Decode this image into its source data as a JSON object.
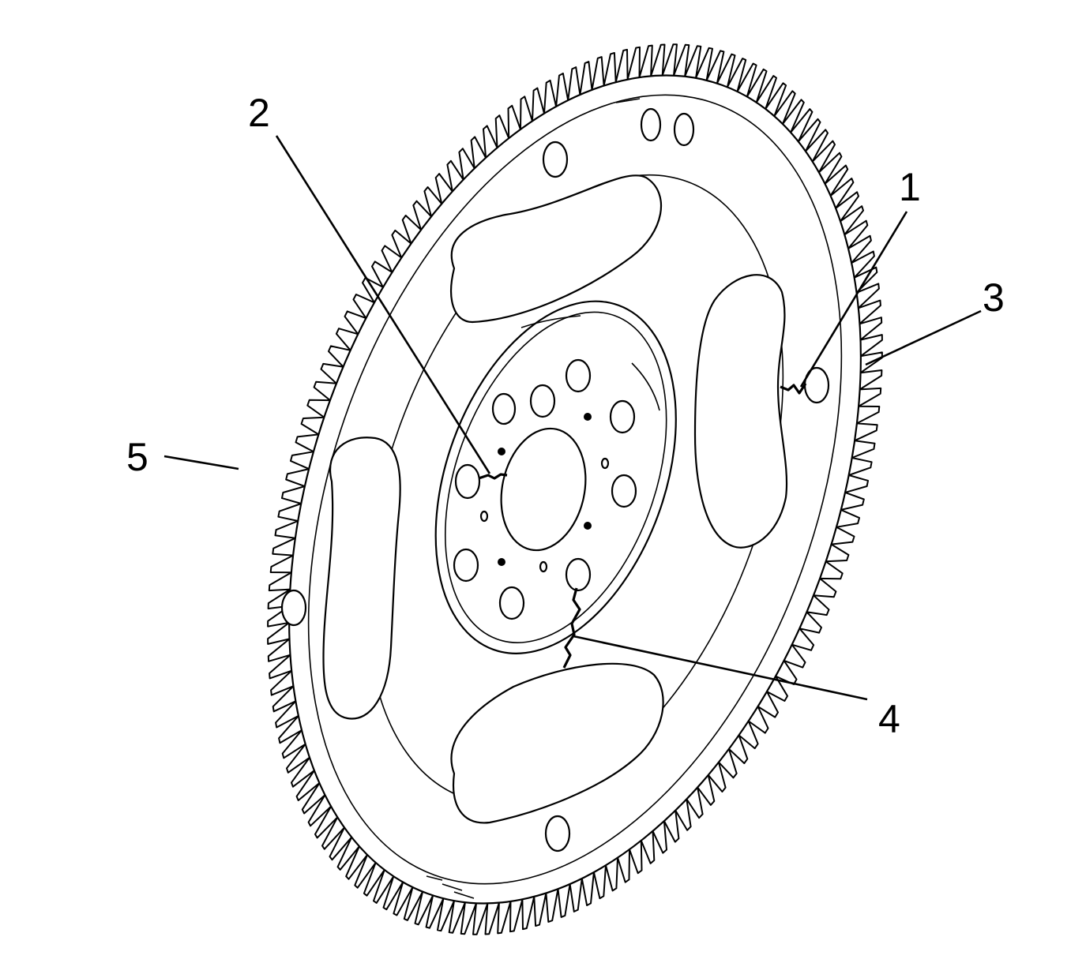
{
  "diagram": {
    "callouts": [
      {
        "id": "c1",
        "label": "1"
      },
      {
        "id": "c2",
        "label": "2"
      },
      {
        "id": "c3",
        "label": "3"
      },
      {
        "id": "c4",
        "label": "4"
      },
      {
        "id": "c5",
        "label": "5"
      }
    ]
  },
  "colors": {
    "ink": "#000000",
    "paper": "#ffffff"
  }
}
